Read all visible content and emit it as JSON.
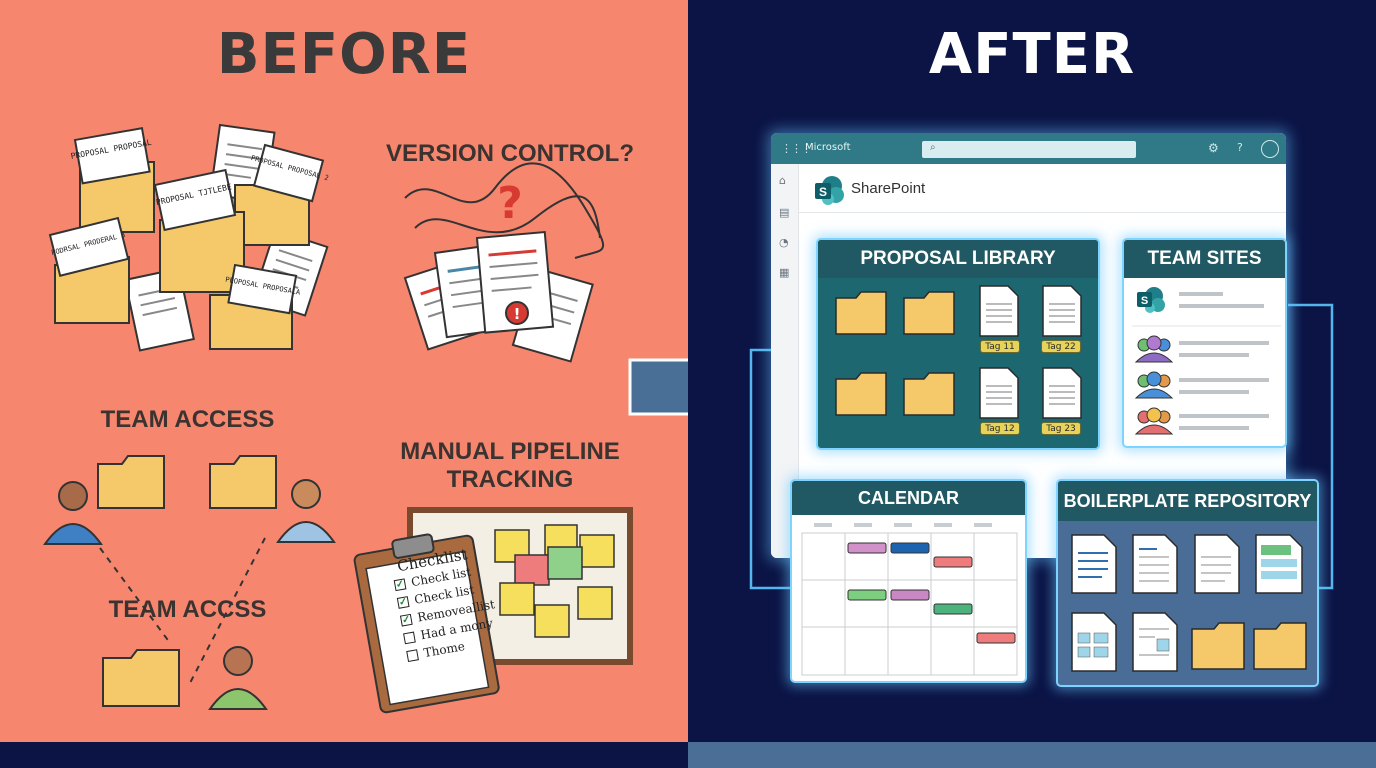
{
  "before": {
    "title": "BEFORE",
    "version_heading": "VERSION CONTROL?",
    "team_access_heading": "TEAM ACCESS",
    "team_access_heading_2": "TEAM ACCSS",
    "pipeline_heading_line1": "MANUAL PIPELINE",
    "pipeline_heading_line2": "TRACKING",
    "doc_labels": [
      "PROPOSAL PROPOSAL",
      "PROPOSAL TJTLEBE",
      "PROPOSAL PROPOSAL 2",
      "PODRSAL PRODERAL 3",
      "PEOPOSAL PROPOSALA"
    ],
    "checklist": {
      "title": "Checklist",
      "items": [
        {
          "text": "Check list",
          "checked": true
        },
        {
          "text": "Check list",
          "checked": true
        },
        {
          "text": "Removeallist",
          "checked": true
        },
        {
          "text": "Had a mony",
          "checked": false
        },
        {
          "text": "Thome",
          "checked": false
        }
      ]
    },
    "warning_glyph": "!",
    "question_glyph": "?"
  },
  "after": {
    "title": "AFTER",
    "app_brand": "Microsoft",
    "app_title": "SharePoint",
    "help_glyph": "?",
    "proposal_library": {
      "title": "PROPOSAL LIBRARY",
      "tags": [
        "Tag 11",
        "Tag 22",
        "Tag 12",
        "Tag 23"
      ]
    },
    "team_sites": {
      "title": "TEAM SITES"
    },
    "calendar": {
      "title": "CALENDAR"
    },
    "boilerplate": {
      "title": "BOILERPLATE REPOSITORY"
    }
  },
  "colors": {
    "before_bg": "#f7866f",
    "after_bg": "#0b1445",
    "folder": "#f5c969",
    "accent_teal": "#205963",
    "glow": "#7fd3ff",
    "arrow": "#4a6f97"
  }
}
